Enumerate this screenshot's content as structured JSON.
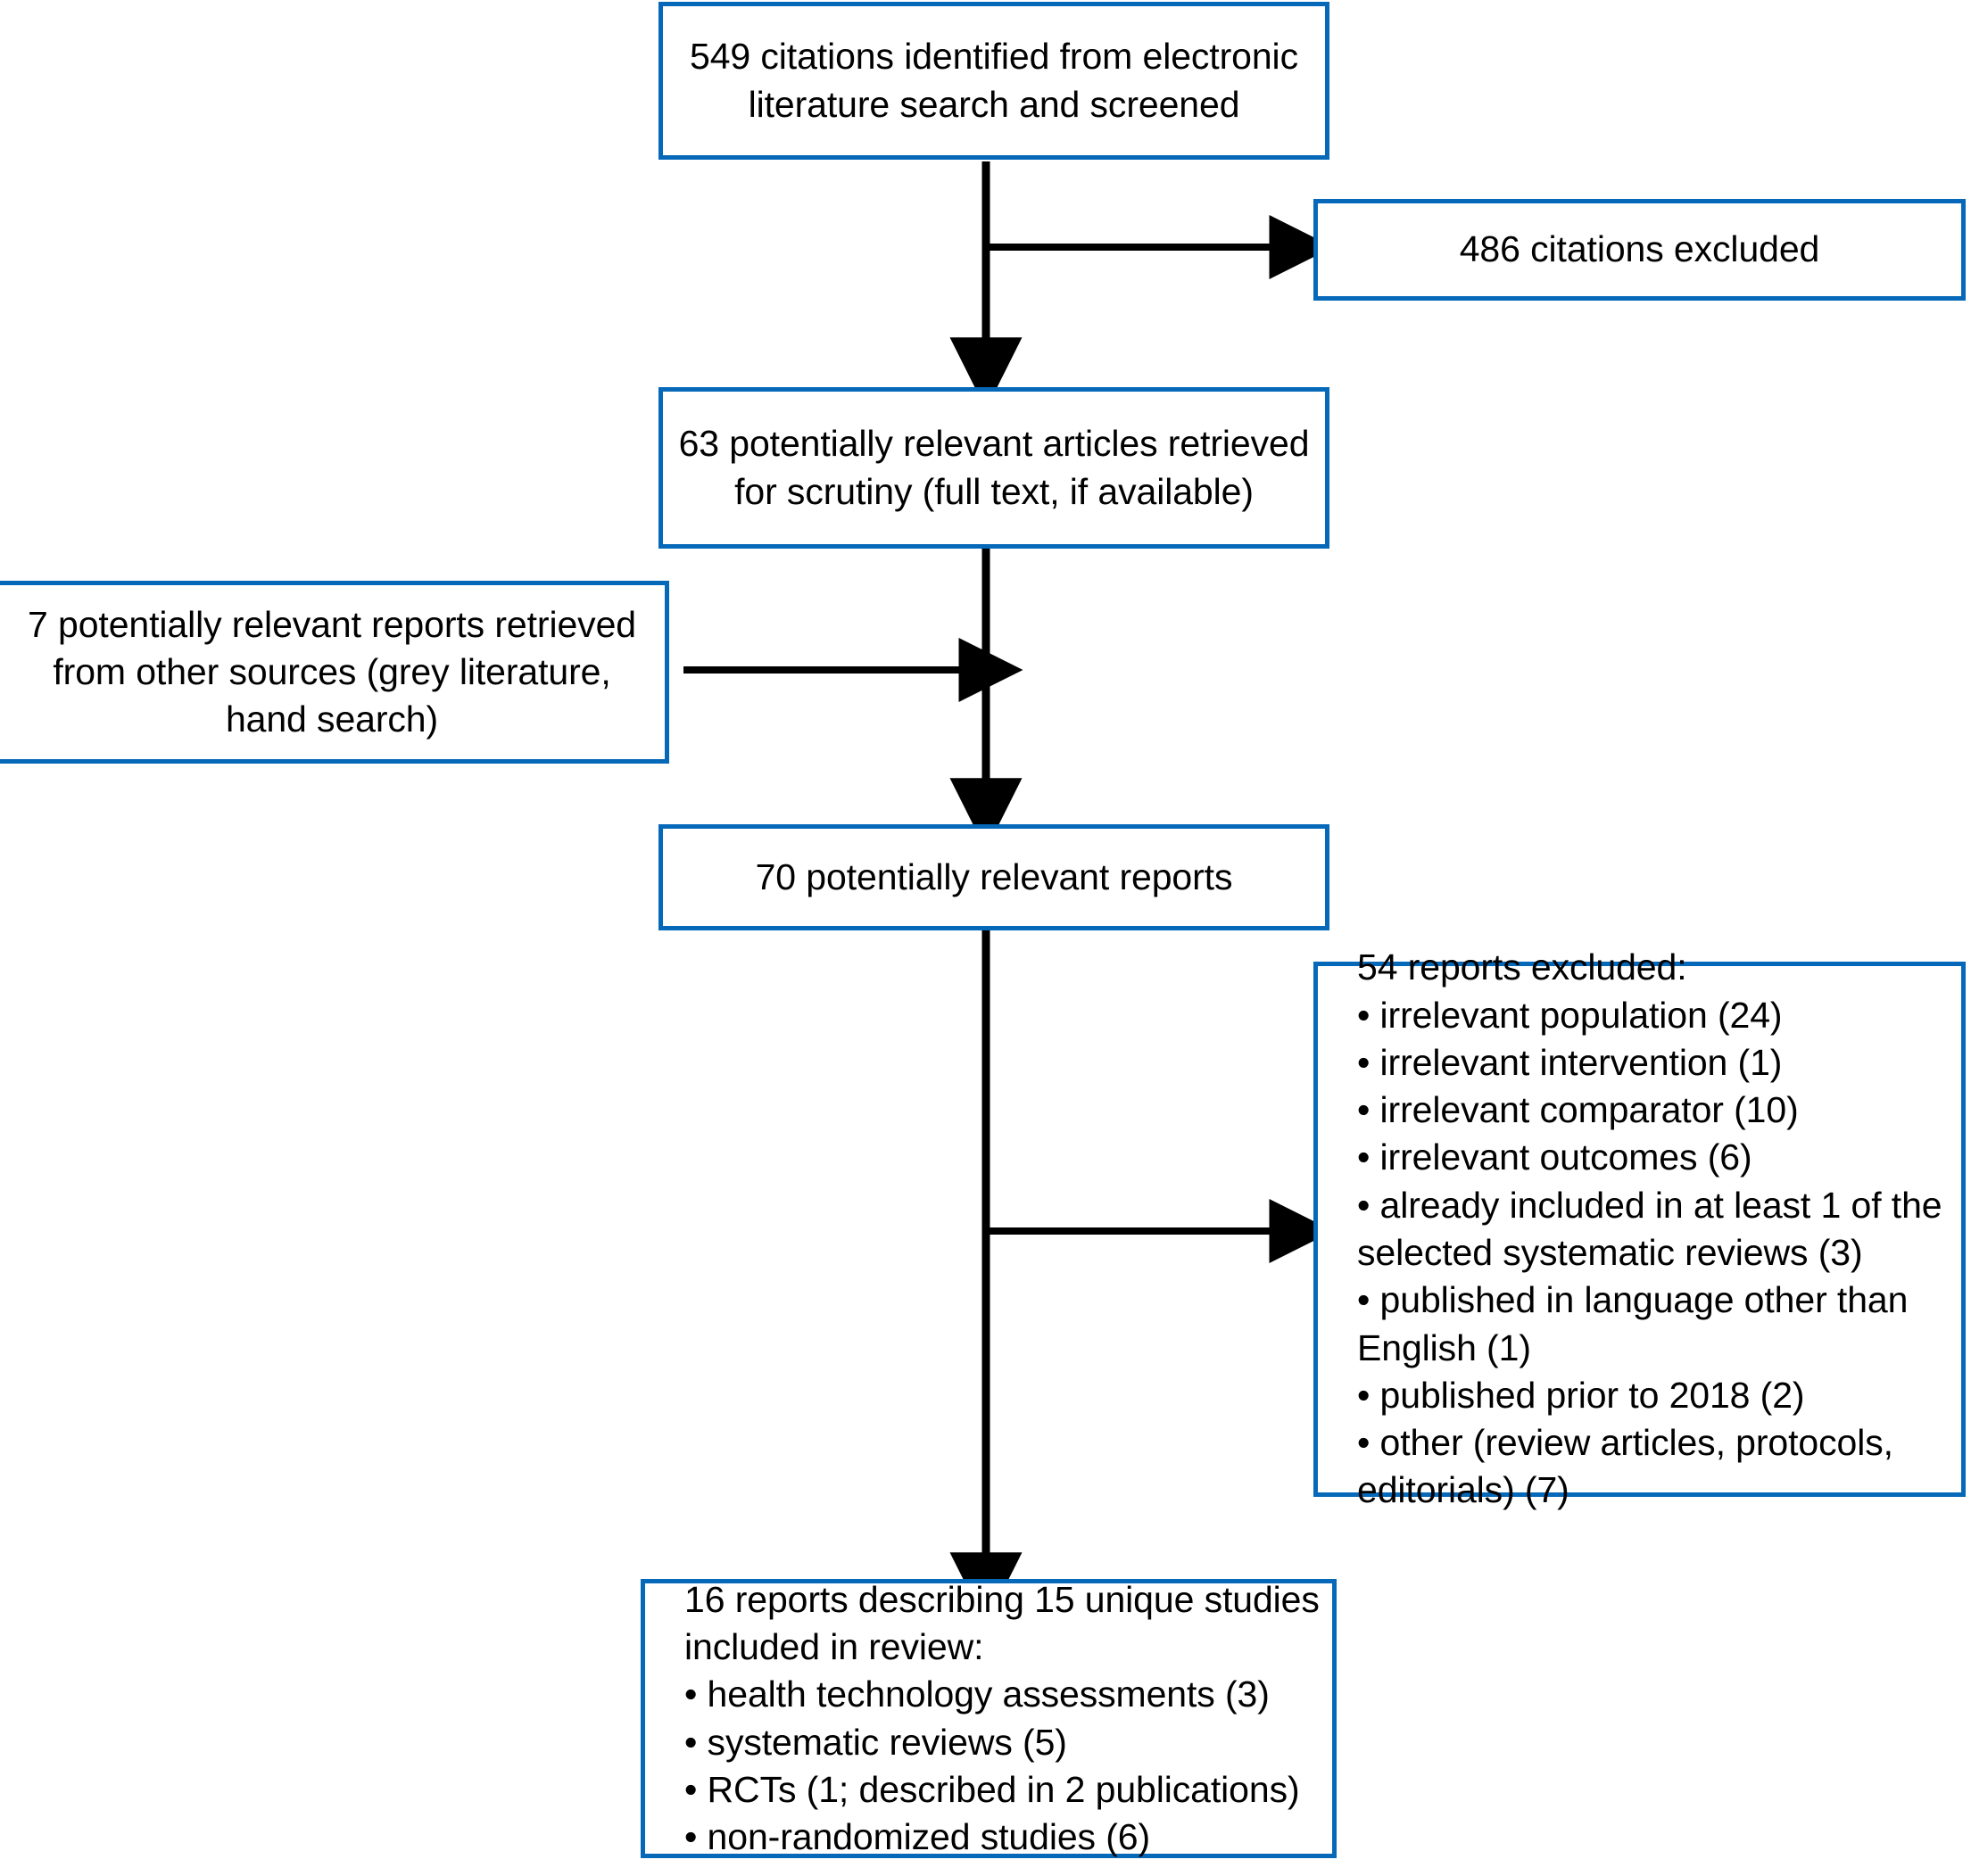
{
  "diagram": {
    "type": "prisma-flow-diagram",
    "accent_color": "#0668b8",
    "line_color": "#000000",
    "background": "#ffffff",
    "boxes": {
      "identified": {
        "label": "549 citations identified from electronic\nliterature search and screened",
        "count": 549
      },
      "citations_excluded": {
        "label": "486 citations excluded",
        "count": 486
      },
      "retrieved_articles": {
        "label": "63 potentially relevant articles retrieved\nfor scrutiny (full text, if available)",
        "count": 63
      },
      "other_sources": {
        "label": "7 potentially relevant reports retrieved\nfrom other sources (grey literature,\nhand search)",
        "count": 7
      },
      "relevant_reports": {
        "label": "70 potentially relevant reports",
        "count": 70
      },
      "reports_excluded": {
        "label": "54 reports excluded:\n• irrelevant population (24)\n• irrelevant intervention (1)\n• irrelevant comparator (10)\n• irrelevant outcomes (6)\n• already included in at least 1 of the\n   selected systematic reviews (3)\n• published in language other than\n   English (1)\n• published prior to 2018 (2)\n• other (review articles, protocols,\n   editorials) (7)",
        "heading": "54 reports excluded:",
        "total": 54,
        "items": [
          {
            "reason": "irrelevant population",
            "count": 24
          },
          {
            "reason": "irrelevant intervention",
            "count": 1
          },
          {
            "reason": "irrelevant comparator",
            "count": 10
          },
          {
            "reason": "irrelevant outcomes",
            "count": 6
          },
          {
            "reason": "already included in at least 1 of the selected systematic reviews",
            "count": 3
          },
          {
            "reason": "published in language other than English",
            "count": 1
          },
          {
            "reason": "published prior to 2018",
            "count": 2
          },
          {
            "reason": "other (review articles, protocols, editorials)",
            "count": 7
          }
        ]
      },
      "included": {
        "label": "16 reports describing 15 unique studies\nincluded in review:\n• health technology assessments (3)\n• systematic reviews (5)\n• RCTs (1; described in 2 publications)\n• non-randomized studies (6)",
        "heading": "16 reports describing 15 unique studies included in review:",
        "reports": 16,
        "unique_studies": 15,
        "items": [
          {
            "kind": "health technology assessments",
            "count": 3
          },
          {
            "kind": "systematic reviews",
            "count": 5
          },
          {
            "kind": "RCTs",
            "count": 1,
            "note": "described in 2 publications"
          },
          {
            "kind": "non-randomized studies",
            "count": 6
          }
        ]
      }
    },
    "connectors": [
      {
        "name": "identified-to-retrieved",
        "from": "identified",
        "to": "retrieved_articles",
        "direction": "down"
      },
      {
        "name": "identified-to-citations-excluded",
        "from": "identified",
        "to": "citations_excluded",
        "direction": "right"
      },
      {
        "name": "retrieved-to-relevant-reports",
        "from": "retrieved_articles",
        "to": "relevant_reports",
        "direction": "down"
      },
      {
        "name": "other-sources-to-trunk",
        "from": "other_sources",
        "to": "relevant_reports",
        "direction": "right"
      },
      {
        "name": "relevant-reports-to-included",
        "from": "relevant_reports",
        "to": "included",
        "direction": "down"
      },
      {
        "name": "relevant-reports-to-reports-excluded",
        "from": "relevant_reports",
        "to": "reports_excluded",
        "direction": "right"
      }
    ]
  }
}
